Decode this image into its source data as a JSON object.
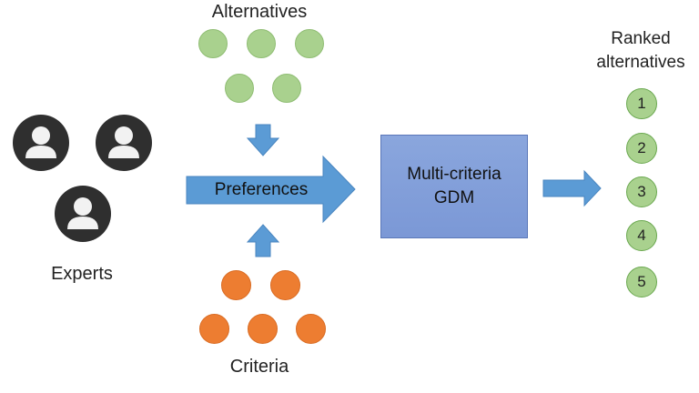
{
  "alternatives": {
    "title": "Alternatives",
    "count": 5,
    "color": "#a9d18e"
  },
  "criteria": {
    "title": "Criteria",
    "count": 5,
    "color": "#ed7d31"
  },
  "experts": {
    "title": "Experts",
    "count": 3,
    "icon": "person-icon"
  },
  "preferences": {
    "label": "Preferences",
    "color": "#5b9bd5"
  },
  "gdm": {
    "line1": "Multi-criteria",
    "line2": "GDM",
    "color": "#7b98d6"
  },
  "ranked": {
    "title_line1": "Ranked",
    "title_line2": "alternatives",
    "ranks": [
      "1",
      "2",
      "3",
      "4",
      "5"
    ]
  }
}
